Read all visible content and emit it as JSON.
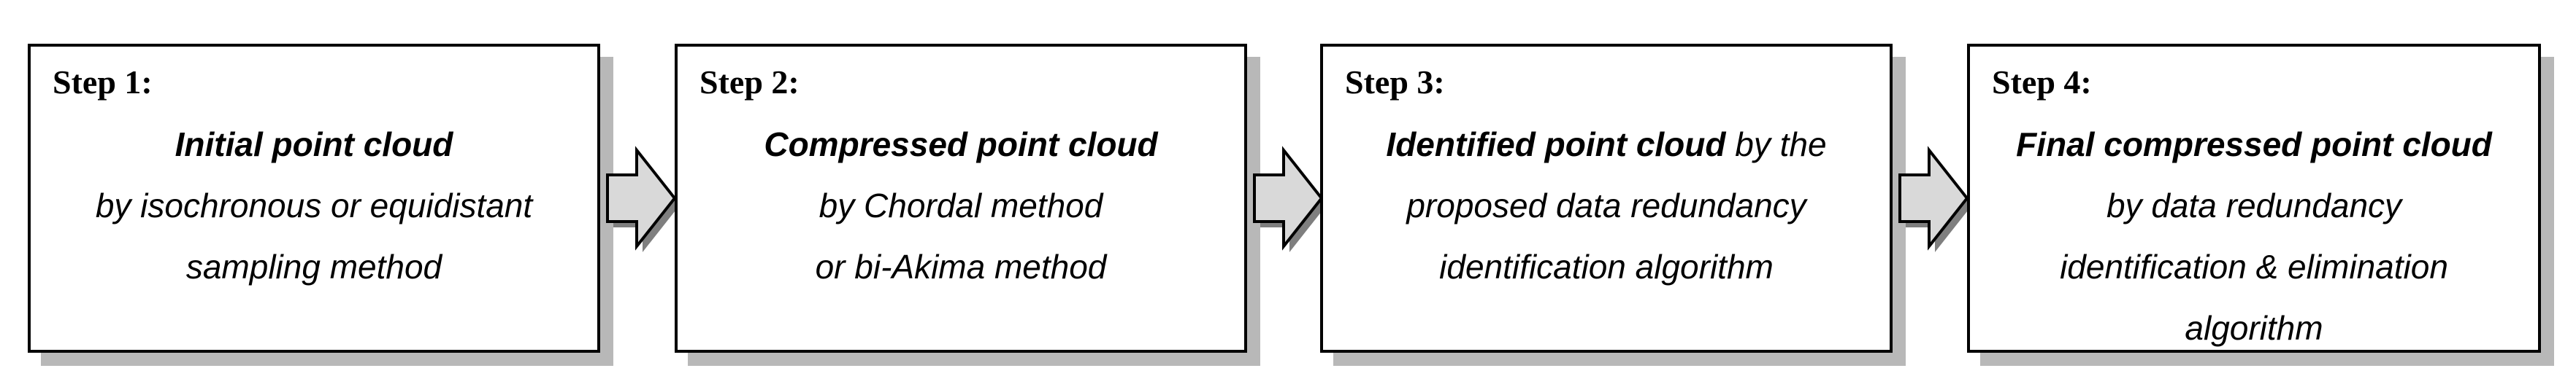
{
  "steps": [
    {
      "title": "Step 1:",
      "lines": [
        {
          "bold": "Initial point cloud",
          "rest": ""
        },
        {
          "bold": "",
          "rest": "by isochronous or equidistant"
        },
        {
          "bold": "",
          "rest": "sampling method"
        }
      ]
    },
    {
      "title": "Step 2:",
      "lines": [
        {
          "bold": "Compressed point cloud",
          "rest": ""
        },
        {
          "bold": "",
          "rest": "by Chordal method"
        },
        {
          "bold": "",
          "rest": "or bi-Akima method"
        }
      ]
    },
    {
      "title": "Step 3:",
      "lines": [
        {
          "bold": "Identified point cloud",
          "rest": " by the"
        },
        {
          "bold": "",
          "rest": "proposed data redundancy"
        },
        {
          "bold": "",
          "rest": "identification algorithm"
        }
      ]
    },
    {
      "title": "Step 4:",
      "lines": [
        {
          "bold": "Final compressed point cloud",
          "rest": ""
        },
        {
          "bold": "",
          "rest": "by data redundancy"
        },
        {
          "bold": "",
          "rest": "identification & elimination"
        },
        {
          "bold": "",
          "rest": "algorithm"
        }
      ]
    }
  ],
  "colors": {
    "border": "#000000",
    "shadow": "#b8b8b8",
    "arrow_fill": "#d9d9d9",
    "arrow_shadow": "#7f7f7f"
  }
}
